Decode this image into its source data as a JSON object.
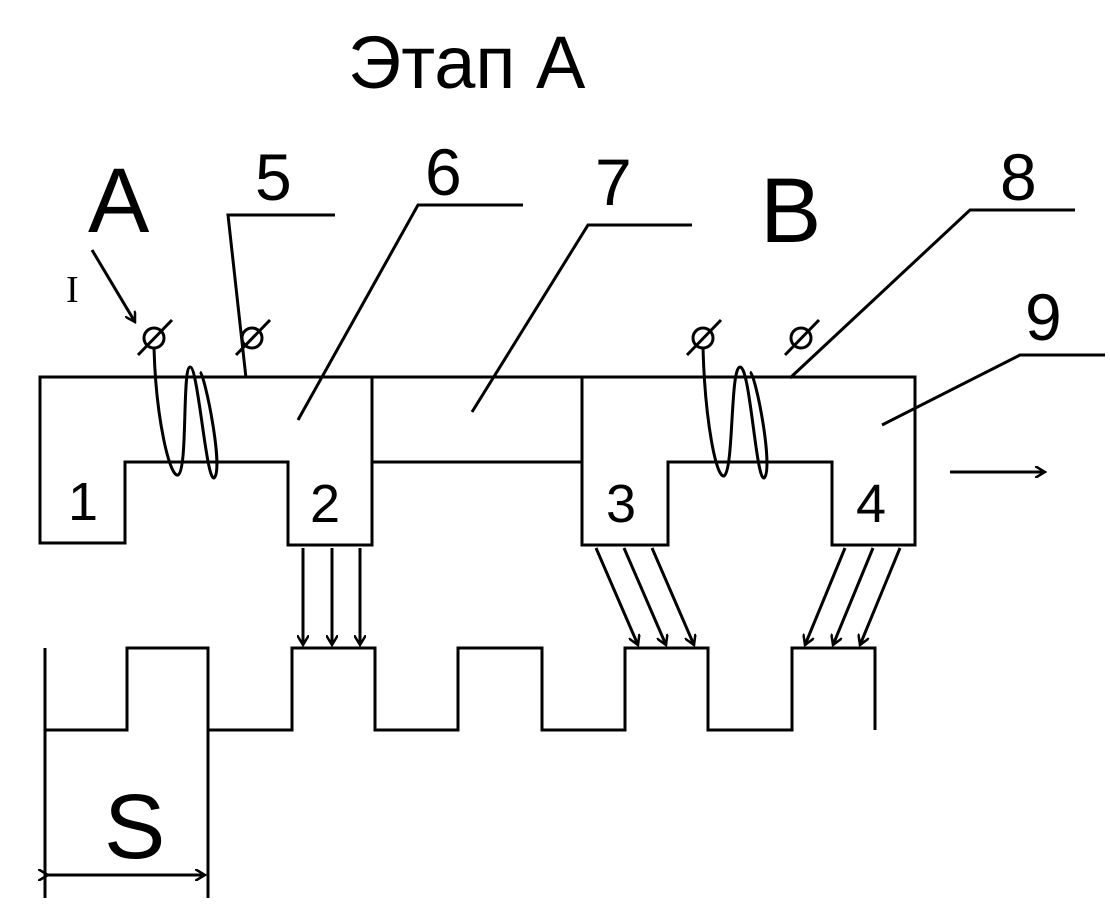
{
  "title": "Этап A",
  "pole_labels": {
    "left": "A",
    "right": "B"
  },
  "callouts": {
    "c5": "5",
    "c6": "6",
    "c7": "7",
    "c8": "8",
    "c9": "9"
  },
  "teeth": {
    "t1": "1",
    "t2": "2",
    "t3": "3",
    "t4": "4"
  },
  "current_label": "I",
  "pitch_label": "S"
}
